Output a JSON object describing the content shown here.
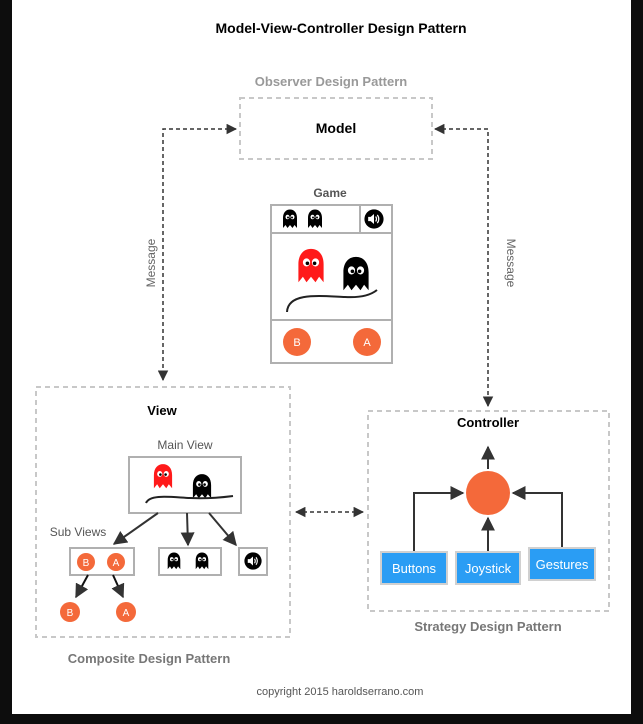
{
  "diagram": {
    "title": "Model-View-Controller Design Pattern",
    "observer_label": "Observer Design Pattern",
    "model_label": "Model",
    "game_label": "Game",
    "message_left": "Message",
    "message_right": "Message",
    "view": {
      "title": "View",
      "main_view_label": "Main View",
      "sub_views_label": "Sub Views",
      "pattern_label": "Composite Design Pattern"
    },
    "controller": {
      "title": "Controller",
      "buttons": [
        "Buttons",
        "Joystick",
        "Gestures"
      ],
      "pattern_label": "Strategy Design Pattern"
    },
    "game_buttons": {
      "b": "B",
      "a": "A"
    },
    "copyright": "copyright 2015 haroldserrano.com"
  },
  "colors": {
    "orange": "#f4693a",
    "blue": "#2a9df4",
    "ghost_red": "#ff1a1a",
    "ghost_black": "#000000",
    "dashed_border": "#c8c8c8",
    "box_border": "#b0b0b0",
    "arrow_dark": "#333333",
    "label_grey": "#666666"
  },
  "icons": [
    "ghost-icon",
    "speaker-icon"
  ]
}
